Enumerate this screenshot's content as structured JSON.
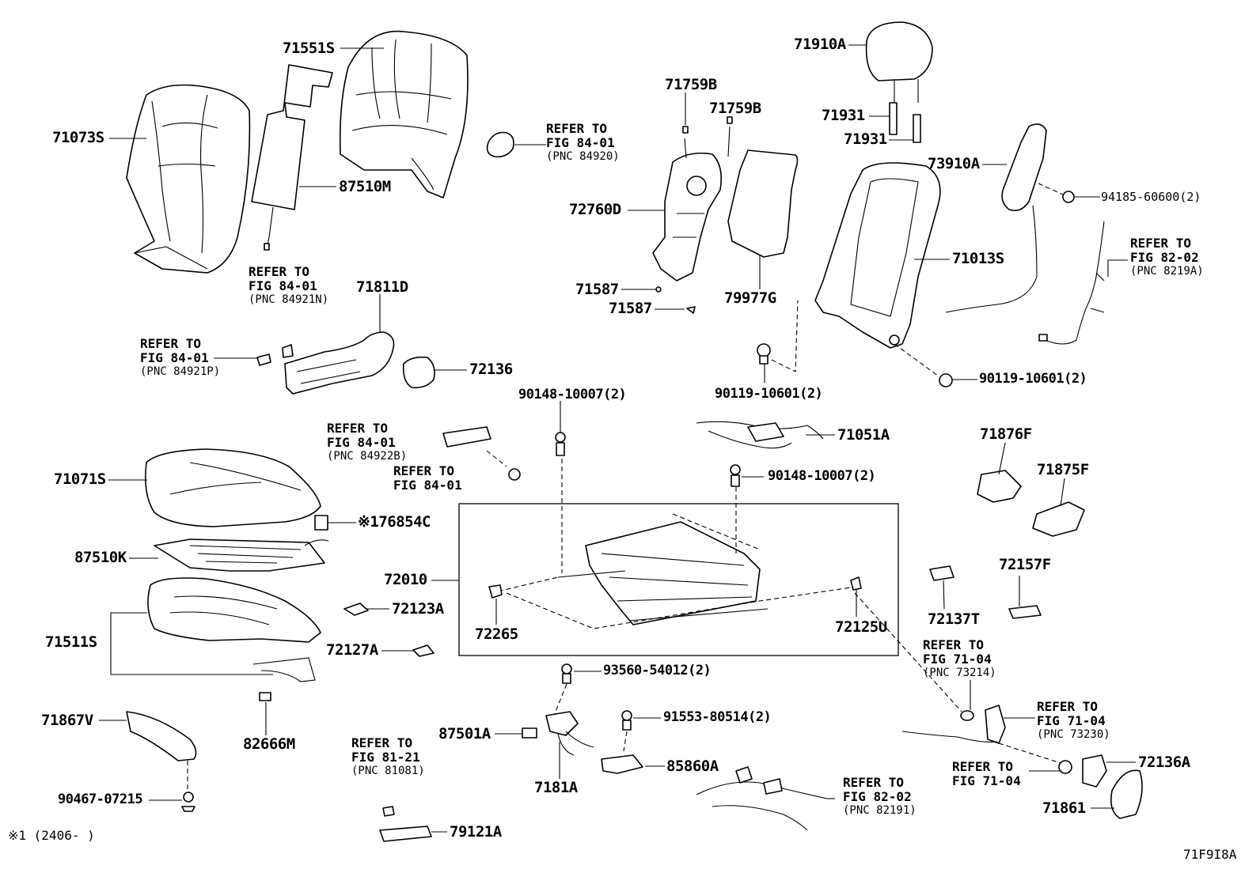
{
  "labels": {
    "p71551S": "71551S",
    "p71073S": "71073S",
    "p87510M": "87510M",
    "p71811D": "71811D",
    "p72136": "72136",
    "p71759B_a": "71759B",
    "p71759B_b": "71759B",
    "p72760D": "72760D",
    "p71587_a": "71587",
    "p71587_b": "71587",
    "p79977G": "79977G",
    "p71910A": "71910A",
    "p71931_a": "71931",
    "p71931_b": "71931",
    "p73910A": "73910A",
    "p94185": "94185-60600(2)",
    "p71013S": "71013S",
    "p90119_a": "90119-10601(2)",
    "p90119_b": "90119-10601(2)",
    "p90148_a": "90148-10007(2)",
    "p90148_b": "90148-10007(2)",
    "p71051A": "71051A",
    "p71071S": "71071S",
    "p76854C": "※176854C",
    "p87510K": "87510K",
    "p72010": "72010",
    "p72123A": "72123A",
    "p71511S": "71511S",
    "p72127A": "72127A",
    "p72265": "72265",
    "p72125U": "72125U",
    "p71876F": "71876F",
    "p71875F": "71875F",
    "p72157F": "72157F",
    "p72137T": "72137T",
    "p71867V": "71867V",
    "p82666M": "82666M",
    "p93560": "93560-54012(2)",
    "p87501A": "87501A",
    "p91553": "91553-80514(2)",
    "p85860A": "85860A",
    "p7181A": "7181A",
    "p90467": "90467-07215",
    "p79121A": "79121A",
    "p72136A": "72136A",
    "p71861": "71861",
    "footnote": "※1 (2406-     )",
    "diagram_code": "71F9I8A"
  },
  "references": {
    "r1": {
      "line1": "REFER TO",
      "line2": "FIG 84-01",
      "pnc": "(PNC 84920)"
    },
    "r2": {
      "line1": "REFER TO",
      "line2": "FIG 84-01",
      "pnc": "(PNC 84921N)"
    },
    "r3": {
      "line1": "REFER TO",
      "line2": "FIG 84-01",
      "pnc": "(PNC 84921P)"
    },
    "r4": {
      "line1": "REFER TO",
      "line2": "FIG 82-02",
      "pnc": "(PNC 8219A)"
    },
    "r5": {
      "line1": "REFER TO",
      "line2": "FIG 84-01",
      "pnc": "(PNC 84922B)"
    },
    "r6": {
      "line1": "REFER TO",
      "line2": "FIG 84-01"
    },
    "r7": {
      "line1": "REFER TO",
      "line2": "FIG 71-04",
      "pnc": "(PNC 73214)"
    },
    "r8": {
      "line1": "REFER TO",
      "line2": "FIG 71-04",
      "pnc": "(PNC 73230)"
    },
    "r9": {
      "line1": "REFER TO",
      "line2": "FIG 71-04"
    },
    "r10": {
      "line1": "REFER TO",
      "line2": "FIG 81-21",
      "pnc": "(PNC 81081)"
    },
    "r11": {
      "line1": "REFER TO",
      "line2": "FIG 82-02",
      "pnc": "(PNC 82191)"
    }
  }
}
